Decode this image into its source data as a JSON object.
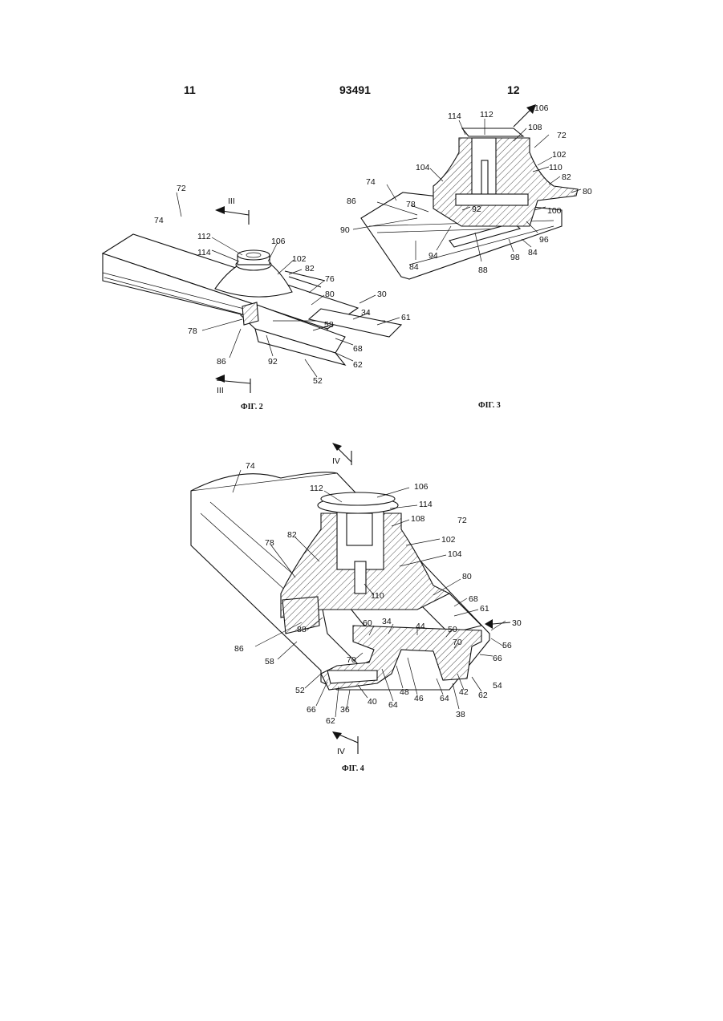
{
  "header": {
    "left_page": "11",
    "doc_number": "93491",
    "right_page": "12"
  },
  "figures": {
    "fig2": {
      "caption": "ФІГ. 2",
      "section_marks": [
        "III",
        "III"
      ],
      "labels": [
        "72",
        "74",
        "112",
        "114",
        "106",
        "102",
        "82",
        "76",
        "80",
        "30",
        "34",
        "61",
        "58",
        "68",
        "62",
        "52",
        "92",
        "86",
        "78"
      ]
    },
    "fig3": {
      "caption": "ФІГ. 3",
      "labels": [
        "114",
        "112",
        "106",
        "108",
        "72",
        "102",
        "110",
        "104",
        "82",
        "80",
        "74",
        "100",
        "86",
        "78",
        "92",
        "90",
        "96",
        "94",
        "98",
        "84",
        "88",
        "84"
      ]
    },
    "fig4": {
      "caption": "ФІГ. 4",
      "section_marks": [
        "IV",
        "IV"
      ],
      "labels": [
        "74",
        "106",
        "112",
        "114",
        "108",
        "72",
        "102",
        "82",
        "78",
        "104",
        "80",
        "110",
        "68",
        "61",
        "30",
        "60",
        "34",
        "44",
        "50",
        "56",
        "70",
        "66",
        "88",
        "86",
        "58",
        "70",
        "54",
        "52",
        "66",
        "62",
        "64",
        "48",
        "46",
        "64",
        "42",
        "62",
        "40",
        "36",
        "38"
      ]
    }
  }
}
